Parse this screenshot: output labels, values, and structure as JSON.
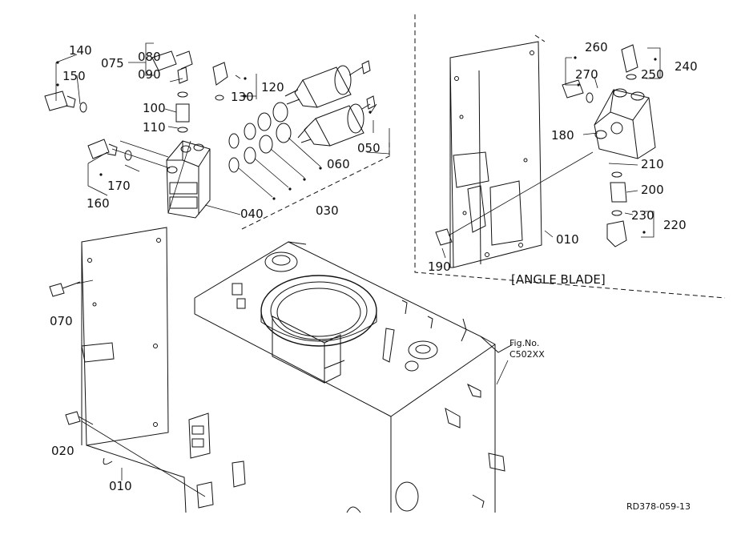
{
  "diagram": {
    "drawing_code": "RD378-059-13",
    "fig_ref": {
      "line1": "Fig.No.",
      "line2": "C502XX"
    },
    "inset_title": "[ANGLE BLADE]",
    "parts": {
      "p140": "140",
      "p150": "150",
      "p075": "075",
      "p080": "080",
      "p090": "090",
      "p120": "120",
      "p130": "130",
      "p100": "100",
      "p110": "110",
      "p050": "050",
      "p060": "060",
      "p160": "160",
      "p170": "170",
      "p040": "040",
      "p030": "030",
      "p070": "070",
      "p020": "020",
      "p010a": "010",
      "p260": "260",
      "p240": "240",
      "p270": "270",
      "p250": "250",
      "p180": "180",
      "p210": "210",
      "p200": "200",
      "p230": "230",
      "p220": "220",
      "p010b": "010",
      "p190": "190"
    }
  }
}
